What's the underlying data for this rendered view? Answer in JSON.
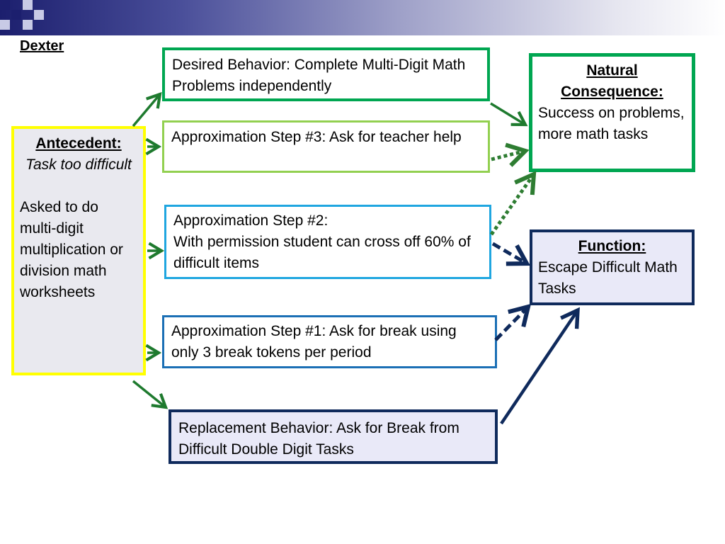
{
  "title": "Dexter",
  "antecedent": {
    "heading": "Antecedent:",
    "subtitle": "Task too difficult",
    "description": "Asked to do multi-digit multiplication or division math worksheets"
  },
  "desired_behavior": "Desired Behavior: Complete Multi-Digit Math Problems independently",
  "step3": "Approximation Step #3: Ask for teacher help",
  "step2_line1": "Approximation Step #2:",
  "step2_line2": "With permission student can cross off 60% of difficult items",
  "step1": "Approximation Step #1: Ask for break using only 3 break tokens per  period",
  "replacement_behavior": "Replacement Behavior: Ask for Break from Difficult Double Digit Tasks",
  "natural_consequence": {
    "heading": "Natural Consequence:",
    "text": "Success on problems, more math tasks"
  },
  "function": {
    "heading": "Function:",
    "text": "Escape Difficult Math Tasks"
  },
  "colors": {
    "green": "#00a651",
    "light_green": "#92d050",
    "cyan": "#1fa6e0",
    "blue": "#1b6fb5",
    "navy": "#0f2a5c",
    "yellow": "#ffff00"
  }
}
